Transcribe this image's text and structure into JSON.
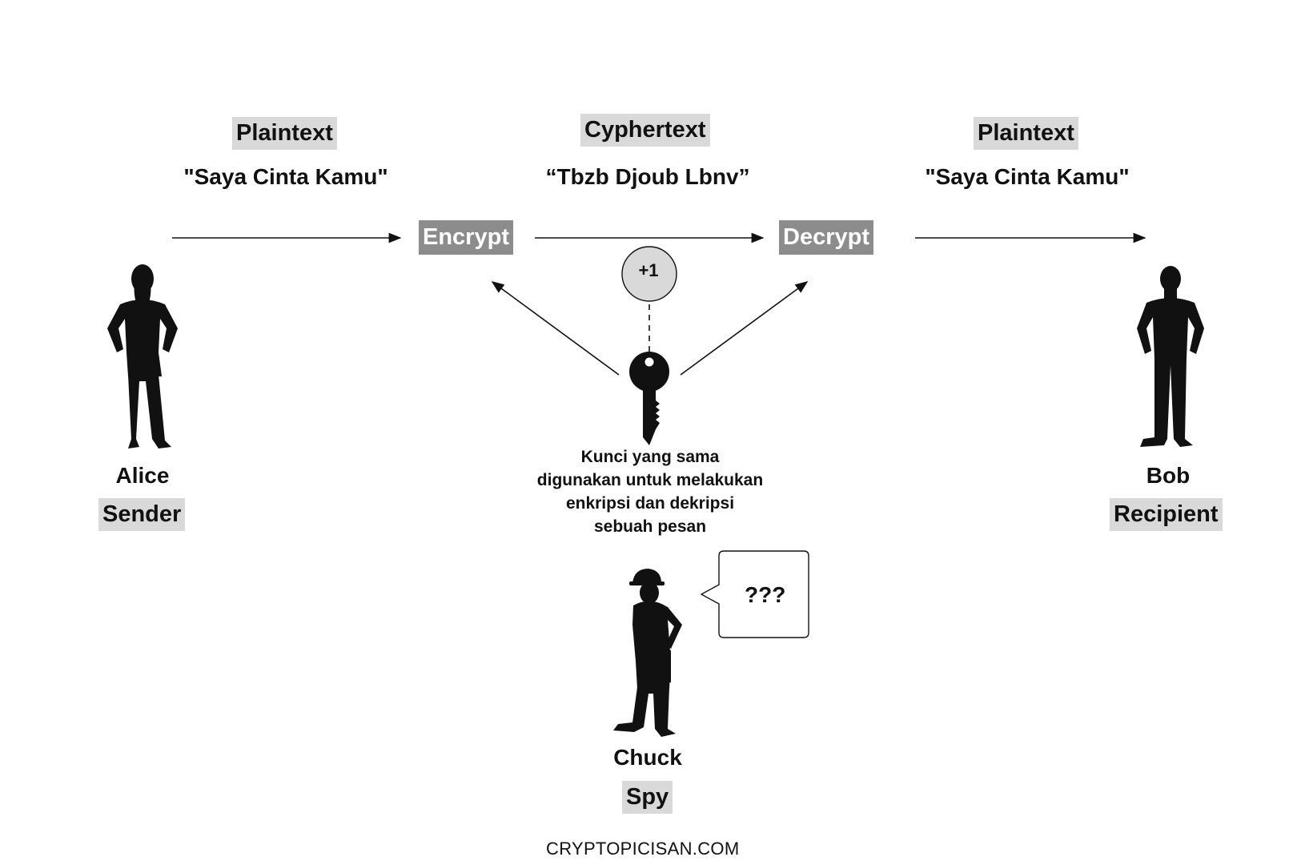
{
  "sender": {
    "label": "Plaintext",
    "message": "\"Saya Cinta Kamu\"",
    "name": "Alice",
    "role": "Sender",
    "icon": "woman-silhouette-icon"
  },
  "channel": {
    "label": "Cyphertext",
    "message": "“Tbzb Djoub Lbnv”"
  },
  "recipient": {
    "label": "Plaintext",
    "message": "\"Saya Cinta Kamu\"",
    "name": "Bob",
    "role": "Recipient",
    "icon": "man-silhouette-icon"
  },
  "operations": {
    "encrypt": "Encrypt",
    "decrypt": "Decrypt"
  },
  "key": {
    "shift": "+1",
    "icon": "key-icon",
    "note_lines": [
      "Kunci yang sama",
      "digunakan untuk melakukan",
      "enkripsi dan dekripsi",
      "sebuah pesan"
    ]
  },
  "spy": {
    "name": "Chuck",
    "role": "Spy",
    "speech": "???",
    "icon": "worker-silhouette-icon"
  },
  "footer": "CRYPTOPICISAN.COM",
  "colors": {
    "label_bg": "#d9d9d9",
    "op_bg": "#8c8c8c",
    "ink": "#111111"
  }
}
